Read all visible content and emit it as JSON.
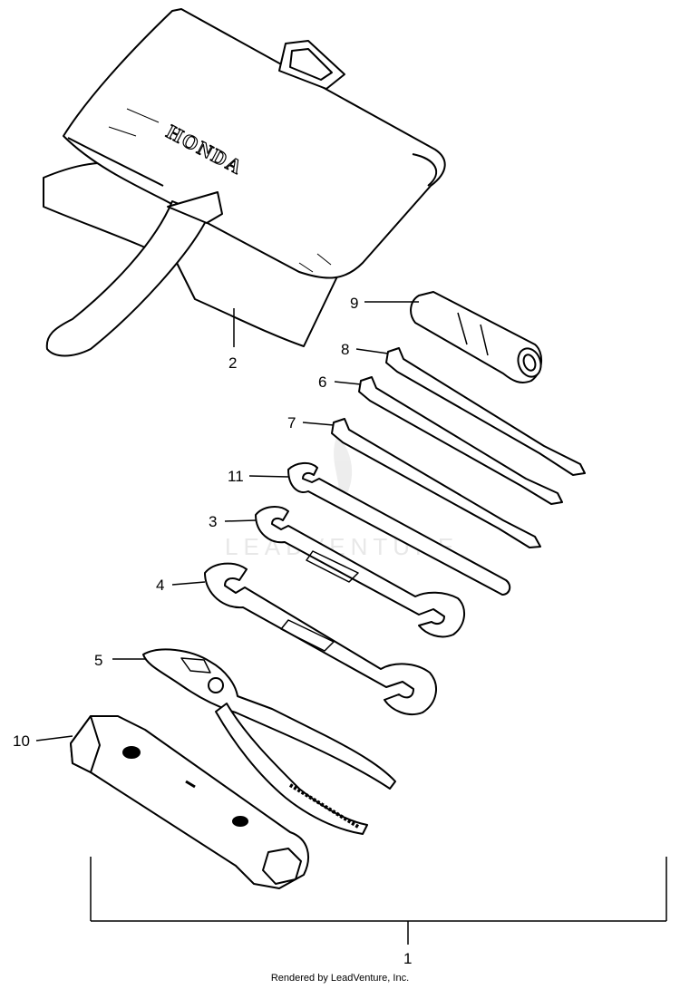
{
  "bag": {
    "brand": "HONDA"
  },
  "watermark": {
    "text": "LEADVENTURE"
  },
  "callouts": {
    "c1": "1",
    "c2": "2",
    "c3": "3",
    "c4": "4",
    "c5": "5",
    "c6": "6",
    "c7": "7",
    "c8": "8",
    "c9": "9",
    "c10": "10",
    "c11": "11"
  },
  "footer": {
    "text": "Rendered by LeadVenture, Inc."
  }
}
